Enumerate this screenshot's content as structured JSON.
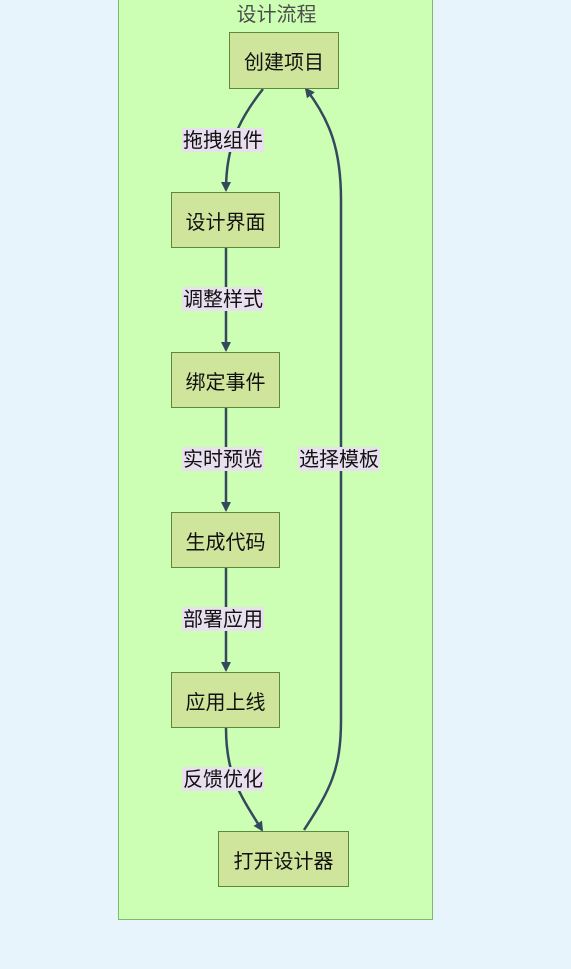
{
  "cluster": {
    "title": "设计流程"
  },
  "nodes": {
    "create_project": "创建项目",
    "design_ui": "设计界面",
    "bind_events": "绑定事件",
    "generate_code": "生成代码",
    "app_online": "应用上线",
    "open_designer": "打开设计器"
  },
  "edges": {
    "drag_components": "拖拽组件",
    "adjust_styles": "调整样式",
    "live_preview": "实时预览",
    "deploy_app": "部署应用",
    "feedback_optimize": "反馈优化",
    "select_template": "选择模板"
  },
  "colors": {
    "background": "#e8f4fb",
    "cluster_fill": "#ccffb3",
    "node_fill": "#cfe59b",
    "edge_stroke": "#34495e",
    "edge_label_bg": "#e8e0ee"
  }
}
